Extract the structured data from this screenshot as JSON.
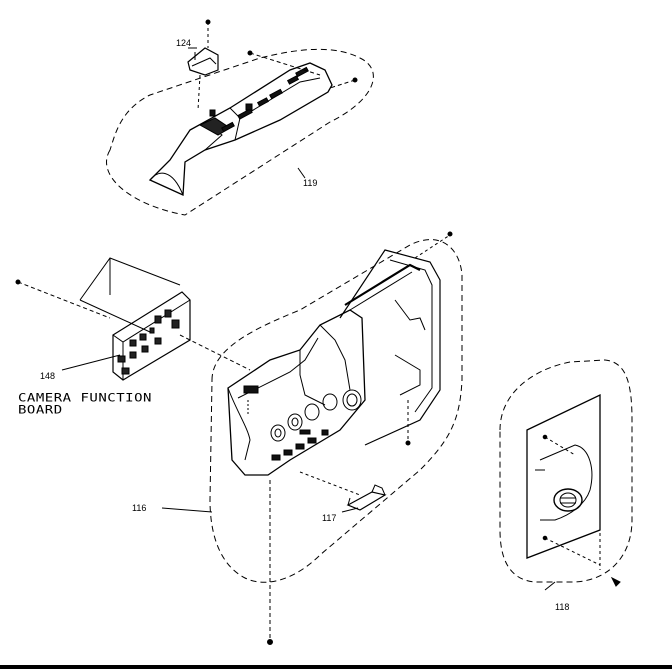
{
  "callouts": {
    "c124": "124",
    "c119": "119",
    "c148": "148",
    "c116": "116",
    "c117": "117",
    "c118": "118"
  },
  "board_label": {
    "line1": "CAMERA FUNCTION",
    "line2": "BOARD"
  },
  "colors": {
    "ink": "#000000",
    "paper": "#ffffff"
  }
}
